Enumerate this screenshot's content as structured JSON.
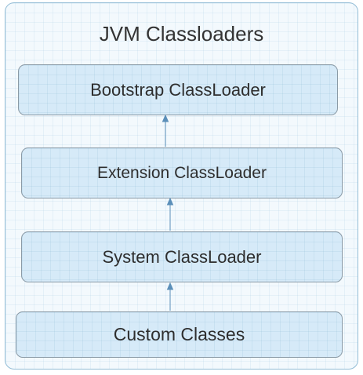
{
  "diagram": {
    "title": "JVM Classloaders",
    "nodes": [
      {
        "id": "bootstrap",
        "label": "Bootstrap ClassLoader"
      },
      {
        "id": "extension",
        "label": "Extension ClassLoader"
      },
      {
        "id": "system",
        "label": "System ClassLoader"
      },
      {
        "id": "custom",
        "label": "Custom Classes"
      }
    ],
    "edges": [
      {
        "from": "extension",
        "to": "bootstrap"
      },
      {
        "from": "system",
        "to": "extension"
      },
      {
        "from": "custom",
        "to": "system"
      }
    ],
    "colors": {
      "node_fill": "#d6eaf8",
      "node_border": "#8a9aa6",
      "outer_border": "#93bdd6",
      "arrow": "#5b8fb9",
      "text": "#333333"
    }
  }
}
